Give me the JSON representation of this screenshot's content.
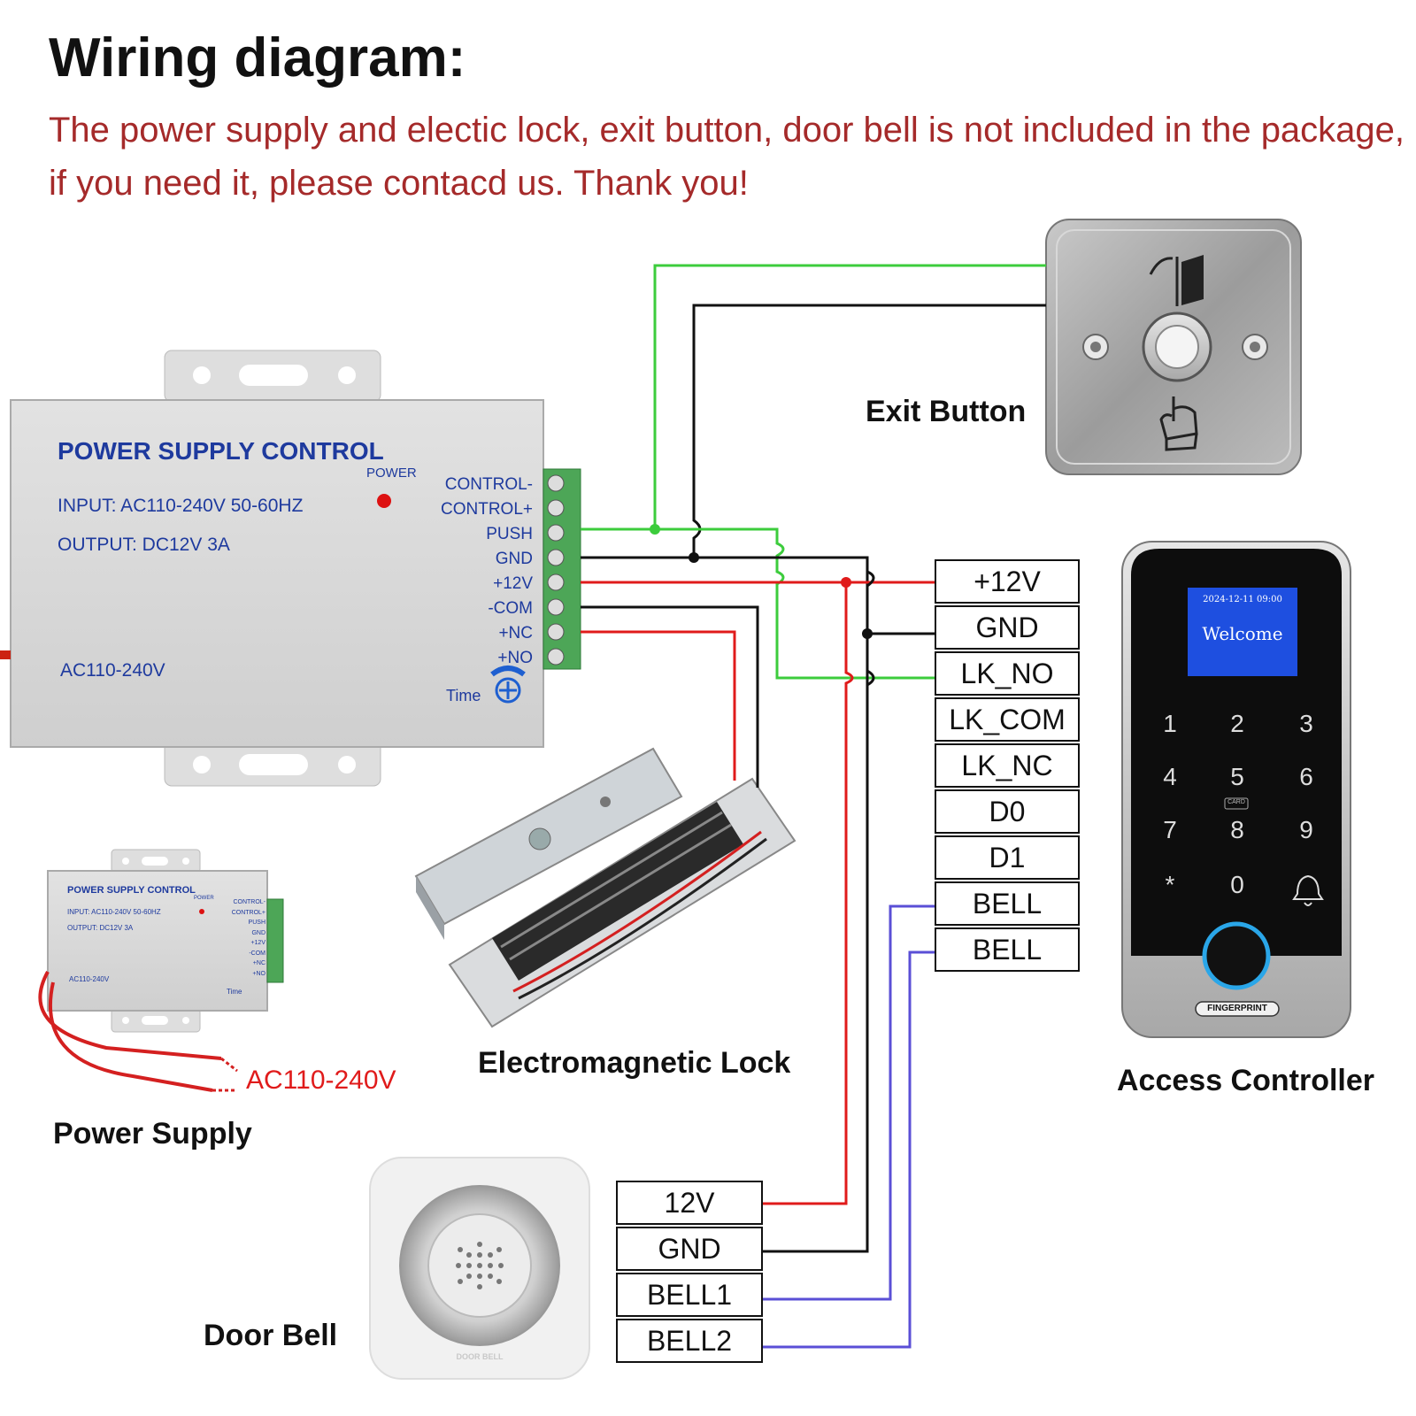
{
  "heading": "Wiring diagram:",
  "note_line1": "The power supply and electic lock, exit button, door bell is not included in the package,",
  "note_line2": "if you need it, please contacd us. Thank you!",
  "labels": {
    "exit_button": "Exit Button",
    "power_supply": "Power Supply",
    "electromagnetic_lock": "Electromagnetic Lock",
    "access_controller": "Access Controller",
    "door_bell": "Door Bell",
    "ac_input": "AC110-240V"
  },
  "psu_large": {
    "title": "POWER SUPPLY CONTROL",
    "input": "INPUT: AC110-240V 50-60HZ",
    "output": "OUTPUT: DC12V  3A",
    "power_led": "POWER",
    "ac": "AC110-240V",
    "time": "Time",
    "terminals": [
      "CONTROL-",
      "CONTROL+",
      "PUSH",
      "GND",
      "+12V",
      "-COM",
      "+NC",
      "+NO"
    ]
  },
  "psu_small": {
    "title": "POWER SUPPLY CONTROL",
    "input": "INPUT: AC110-240V 50-60HZ",
    "output": "OUTPUT: DC12V  3A",
    "power_led": "POWER",
    "ac": "AC110-240V",
    "time": "Time",
    "terminals": [
      "CONTROL-",
      "CONTROL+",
      "PUSH",
      "GND",
      "+12V",
      "-COM",
      "+NC",
      "+NO"
    ]
  },
  "controller_terminals": [
    "+12V",
    "GND",
    "LK_NO",
    "LK_COM",
    "LK_NC",
    "D0",
    "D1",
    "BELL",
    "BELL"
  ],
  "bell_terminals": [
    "12V",
    "GND",
    "BELL1",
    "BELL2"
  ],
  "controller_screen": {
    "datetime": "2024-12-11  09:00",
    "message": "Welcome"
  },
  "keypad": [
    "1",
    "2",
    "3",
    "4",
    "5",
    "6",
    "7",
    "8",
    "9",
    "*",
    "0"
  ],
  "card_label": "CARD",
  "fingerprint_label": "FINGERPRINT",
  "bell_brand": "DOOR BELL",
  "wire_colors": {
    "power": "#e01b1b",
    "ground": "#111111",
    "push": "#3ccc3c",
    "bell": "#5a4fd6"
  }
}
